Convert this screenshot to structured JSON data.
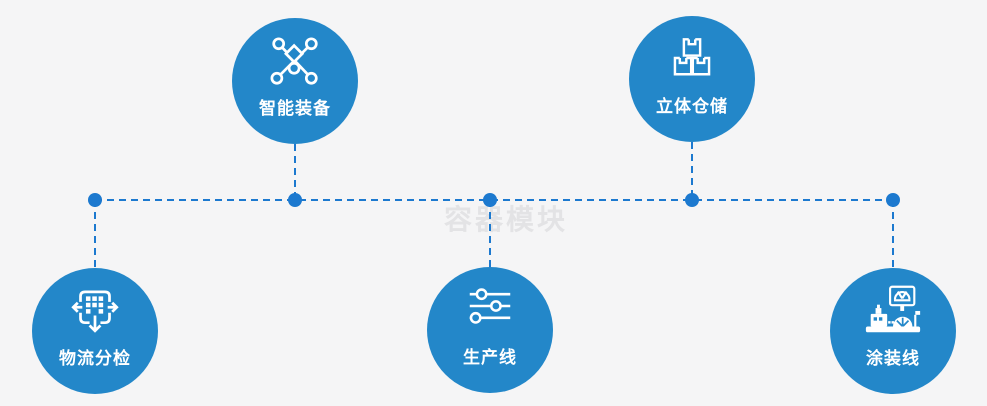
{
  "watermark": {
    "text": "容器模块"
  },
  "colors": {
    "background": "#f5f5f6",
    "circle_fill": "#2387c9",
    "connector": "#1c79cf",
    "icon": "#ffffff",
    "label_text": "#ffffff",
    "watermark_text": "#e3e3e5"
  },
  "nodes": [
    {
      "id": "smart-equipment",
      "label": "智能装备",
      "icon": "network-nodes-icon",
      "row": "top"
    },
    {
      "id": "warehouse",
      "label": "立体仓储",
      "icon": "stacked-boxes-icon",
      "row": "top"
    },
    {
      "id": "logistics",
      "label": "物流分检",
      "icon": "sorting-dispatch-icon",
      "row": "bottom"
    },
    {
      "id": "production-line",
      "label": "生产线",
      "icon": "sliders-icon",
      "row": "bottom"
    },
    {
      "id": "painting-line",
      "label": "涂装线",
      "icon": "control-station-icon",
      "row": "bottom"
    }
  ]
}
